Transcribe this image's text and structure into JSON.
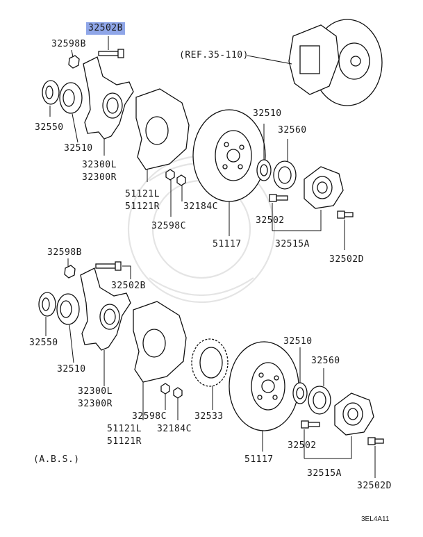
{
  "labels": {
    "top_highlighted": "32502B",
    "t_32598B": "32598B",
    "t_32550": "32550",
    "t_32510_left": "32510",
    "t_32300L": "32300L",
    "t_32300R": "32300R",
    "t_51121L": "51121L",
    "t_51121R": "51121R",
    "t_32184C": "32184C",
    "t_32598C": "32598C",
    "t_51117": "51117",
    "t_32510_right": "32510",
    "t_32560": "32560",
    "t_32502": "32502",
    "t_32515A": "32515A",
    "t_32502D": "32502D",
    "ref": "(REF.35-110)",
    "b_32598B": "32598B",
    "b_32502B": "32502B",
    "b_32550": "32550",
    "b_32510_left": "32510",
    "b_32300L": "32300L",
    "b_32300R": "32300R",
    "b_32598C": "32598C",
    "b_51121L": "51121L",
    "b_51121R": "51121R",
    "b_32184C": "32184C",
    "b_32533": "32533",
    "b_51117": "51117",
    "b_32510_right": "32510",
    "b_32560": "32560",
    "b_32502": "32502",
    "b_32515A": "32515A",
    "b_32502D": "32502D",
    "abs": "(A.B.S.)",
    "code": "3EL4A11"
  },
  "colors": {
    "highlight": "#8fa6e8",
    "line": "#111111"
  }
}
